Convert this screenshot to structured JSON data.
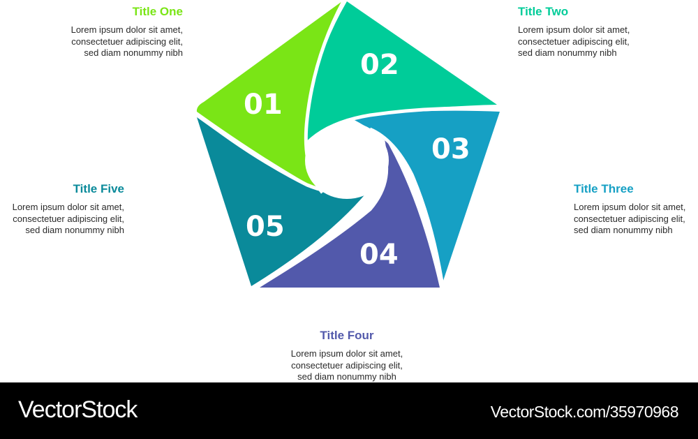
{
  "diagram": {
    "type": "pentagon-5-step-infographic",
    "segments": [
      {
        "number": "01",
        "title": "Title One",
        "color": "#7AE516",
        "text": [
          "Lorem ipsum dolor sit amet,",
          "consectetuer adipiscing elit,",
          "sed diam nonummy nibh"
        ]
      },
      {
        "number": "02",
        "title": "Title Two",
        "color": "#00CC99",
        "text": [
          "Lorem ipsum dolor sit amet,",
          "consectetuer adipiscing elit,",
          "sed diam nonummy nibh"
        ]
      },
      {
        "number": "03",
        "title": "Title Three",
        "color": "#16A0C4",
        "text": [
          "Lorem ipsum dolor sit amet,",
          "consectetuer adipiscing elit,",
          "sed diam nonummy nibh"
        ]
      },
      {
        "number": "04",
        "title": "Title Four",
        "color": "#5259AB",
        "text": [
          "Lorem ipsum dolor sit amet,",
          "consectetuer adipiscing elit,",
          "sed diam nonummy nibh"
        ]
      },
      {
        "number": "05",
        "title": "Title Five",
        "color": "#0A8A9A",
        "text": [
          "Lorem ipsum dolor sit amet,",
          "consectetuer adipiscing elit,",
          "sed diam nonummy nibh"
        ]
      }
    ]
  },
  "footer": {
    "brand": "VectorStock",
    "url": "VectorStock.com/35970968"
  }
}
